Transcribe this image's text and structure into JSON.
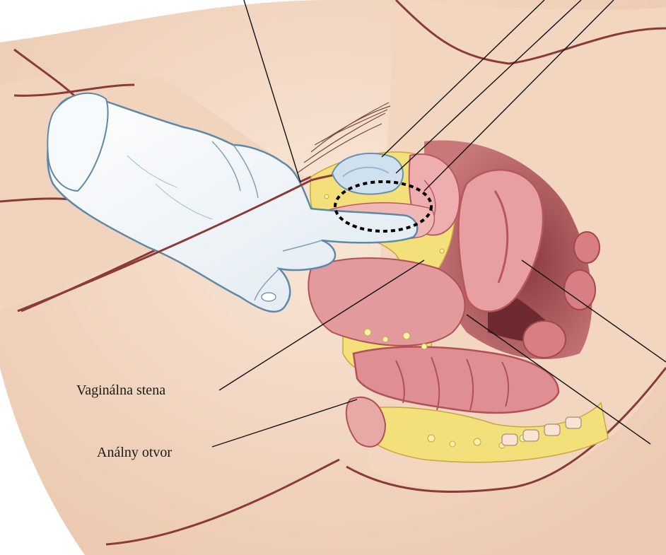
{
  "labels": {
    "vaginal_wall": "Vaginálna stena",
    "anal_opening": "Análny otvor"
  },
  "colors": {
    "skin": "#f4dcc8",
    "skin_shade": "#e9c2a8",
    "body_outline": "#8b3a3a",
    "glove": "#eef4f8",
    "glove_outline": "#5e88a8",
    "fat_layer": "#f3e07a",
    "tissue_pink": "#e9a0a0",
    "tissue_dark": "#c9646a",
    "rectum": "#d77f84",
    "shadow": "#6d2a30",
    "leader_line": "#111111",
    "dotted_outline": "#000000"
  },
  "icons": {
    "glove": "gloved-hand-icon",
    "anatomy": "pelvic-cross-section-illustration"
  }
}
